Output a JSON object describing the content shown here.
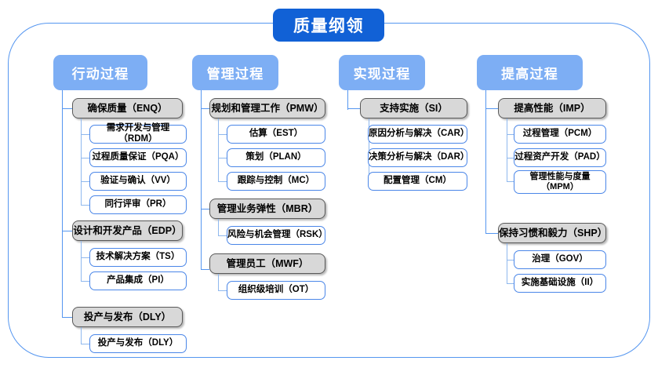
{
  "diagram": {
    "title": "质量纲领",
    "frame_color": "#5596F0",
    "title_color": "#1161D6",
    "header_color": "#7DAEF4",
    "category_fill": "#D8D8D8",
    "category_border": "#595959",
    "leaf_border": "#4A86E8"
  },
  "columns": [
    {
      "header": "行动过程",
      "groups": [
        {
          "label": "确保质量（ENQ）",
          "items": [
            "需求开发与管理（RDM）",
            "过程质量保证（PQA）",
            "验证与确认（VV）",
            "同行评审（PR）"
          ]
        },
        {
          "label": "设计和开发产品（EDP）",
          "items": [
            "技术解决方案（TS）",
            "产品集成（PI）"
          ]
        },
        {
          "label": "投产与发布（DLY）",
          "items": [
            "投产与发布（DLY）"
          ]
        }
      ]
    },
    {
      "header": "管理过程",
      "groups": [
        {
          "label": "规划和管理工作（PMW）",
          "items": [
            "估算（EST）",
            "策划（PLAN）",
            "跟踪与控制（MC）"
          ]
        },
        {
          "label": "管理业务弹性（MBR）",
          "items": [
            "风险与机会管理（RSK）"
          ]
        },
        {
          "label": "管理员工（MWF）",
          "items": [
            "组织级培训（OT）"
          ]
        }
      ]
    },
    {
      "header": "实现过程",
      "groups": [
        {
          "label": "支持实施（SI）",
          "items": [
            "原因分析与解决（CAR）",
            "决策分析与解决（DAR）",
            "配置管理（CM）"
          ]
        }
      ]
    },
    {
      "header": "提高过程",
      "groups": [
        {
          "label": "提高性能（IMP）",
          "items": [
            "过程管理（PCM）",
            "过程资产开发（PAD）",
            "管理性能与度量\n（MPM）"
          ]
        },
        {
          "label": "保持习惯和毅力（SHP）",
          "items": [
            "治理（GOV）",
            "实施基础设施（II）"
          ]
        }
      ]
    }
  ]
}
